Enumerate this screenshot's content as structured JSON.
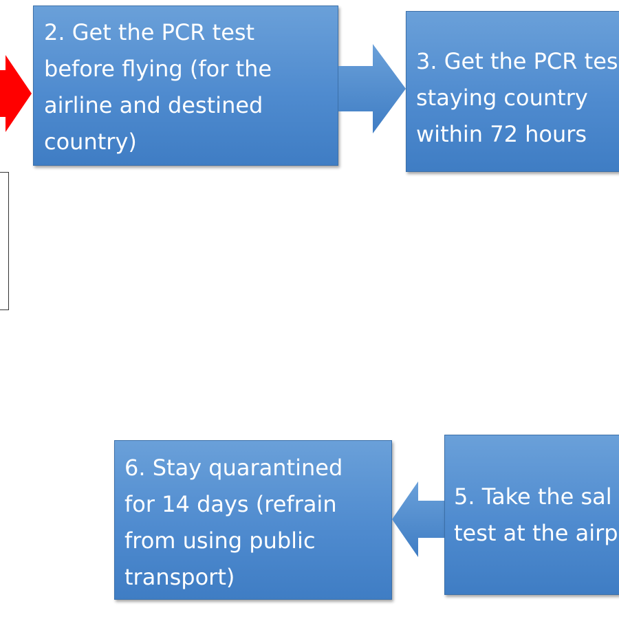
{
  "colors": {
    "box_fill": "#4f8bcf",
    "box_text": "#ffffff",
    "red_arrow": "#ff0000",
    "blue_arrow": "#4f8bcf"
  },
  "steps": {
    "step2": {
      "lines": [
        "2. Get the PCR test",
        "before flying (for the",
        "airline and destined",
        "country)"
      ]
    },
    "step3": {
      "lines": [
        "3. Get the PCR tes",
        "staying country",
        "within 72 hours"
      ]
    },
    "step5": {
      "lines": [
        "5. Take the sal",
        "test at the airp"
      ]
    },
    "step6": {
      "lines": [
        "6. Stay quarantined",
        "for 14 days (refrain",
        "from using public",
        "transport)"
      ]
    }
  }
}
